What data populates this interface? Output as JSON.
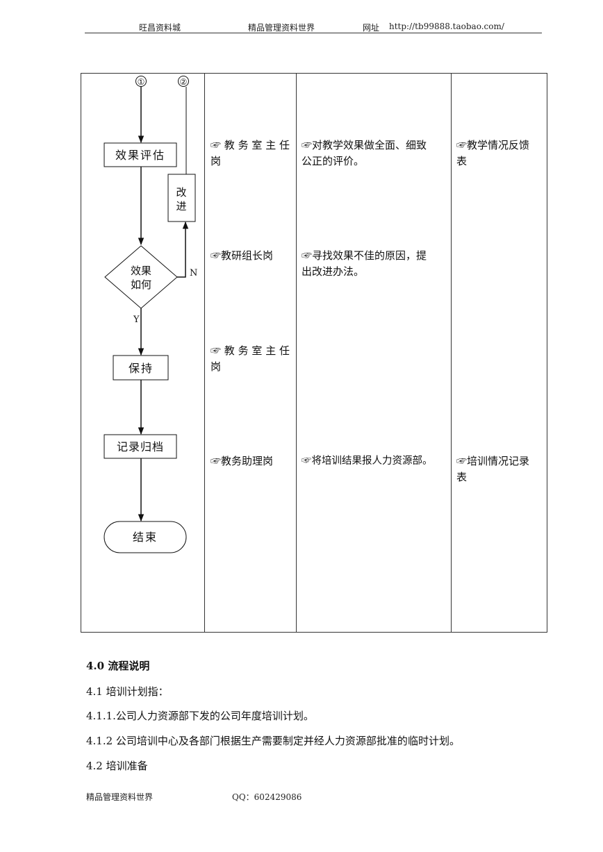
{
  "header": {
    "shop": "旺昌资料城",
    "world": "精品管理资料世界",
    "url_label": "网址",
    "url": "http://tb99888.taobao.com/"
  },
  "flowchart": {
    "connectors": {
      "c1": "①",
      "c2": "②"
    },
    "evaluate": "效果评估",
    "improve_1": "改",
    "improve_2": "进",
    "decision_1": "效果",
    "decision_2": "如何",
    "no": "N",
    "yes": "Y",
    "keep": "保持",
    "archive": "记录归档",
    "end": "结束"
  },
  "rows": [
    {
      "role": "☞ 教 务 室 主 任",
      "role2": "岗",
      "desc": "☞对教学效果做全面、细致",
      "desc2": "公正的评价。",
      "doc": "☞教学情况反馈",
      "doc2": "表"
    },
    {
      "role": "☞教研组长岗",
      "desc": "☞寻找效果不佳的原因，提",
      "desc2": "出改进办法。"
    },
    {
      "role": "☞ 教 务 室 主 任",
      "role2": "岗"
    },
    {
      "role": "☞教务助理岗",
      "desc": "☞将培训结果报人力资源部。",
      "doc": "☞培训情况记录",
      "doc2": "表"
    }
  ],
  "body": {
    "section_title": "4.0 流程说明",
    "l1": "4.1 培训计划指：",
    "l2": "4.1.1.公司人力资源部下发的公司年度培训计划。",
    "l3": "4.1.2 公司培训中心及各部门根据生产需要制定并经人力资源部批准的临时计划。",
    "l4": "4.2 培训准备"
  },
  "footer": {
    "left": "精品管理资料世界",
    "qq": "QQ：602429086"
  }
}
